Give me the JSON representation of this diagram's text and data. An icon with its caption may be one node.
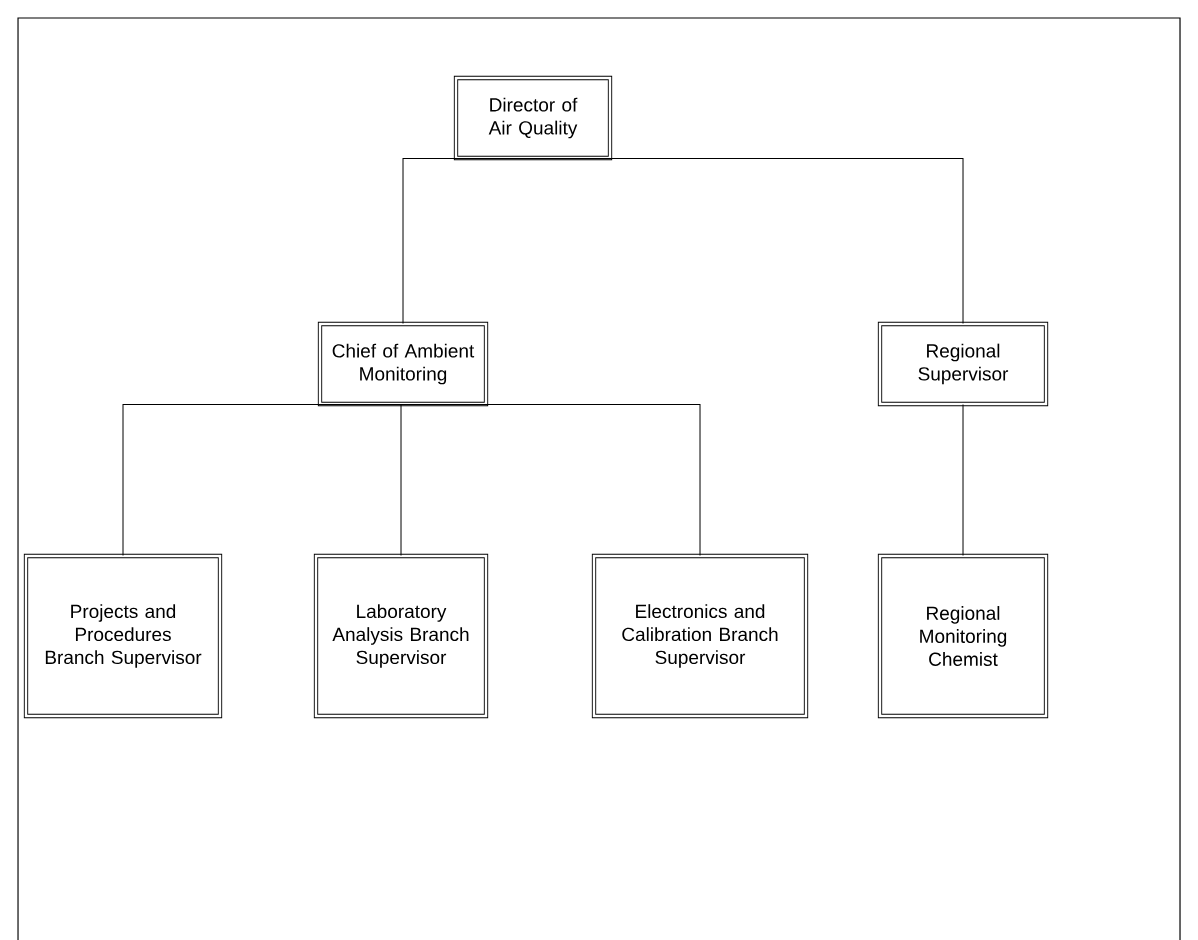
{
  "diagram": {
    "nodes": [
      {
        "text": [
          "Director of Air Quality"
        ]
      },
      {
        "text": [
          "Chief of Ambient Monitoring"
        ]
      },
      {
        "text": [
          "Regional Supervisor"
        ]
      },
      {
        "text": [
          "Projects and Procedures Branch Supervisor"
        ]
      },
      {
        "text": [
          "Laboratory Analysis Branch Supervisor"
        ]
      },
      {
        "text": [
          "Electronics and Calibration Branch Supervisor"
        ]
      },
      {
        "text": [
          "Regional Monitoring Chemist"
        ]
      }
    ],
    "edges": [
      {
        "from": 0,
        "to": 1,
        "arrow": "none"
      },
      {
        "from": 0,
        "to": 2,
        "arrow": "none"
      },
      {
        "from": 1,
        "to": 3,
        "arrow": "none"
      },
      {
        "from": 1,
        "to": 4,
        "arrow": "none"
      },
      {
        "from": 1,
        "to": 5,
        "arrow": "none"
      },
      {
        "from": 2,
        "to": 6,
        "arrow": "none"
      }
    ]
  }
}
